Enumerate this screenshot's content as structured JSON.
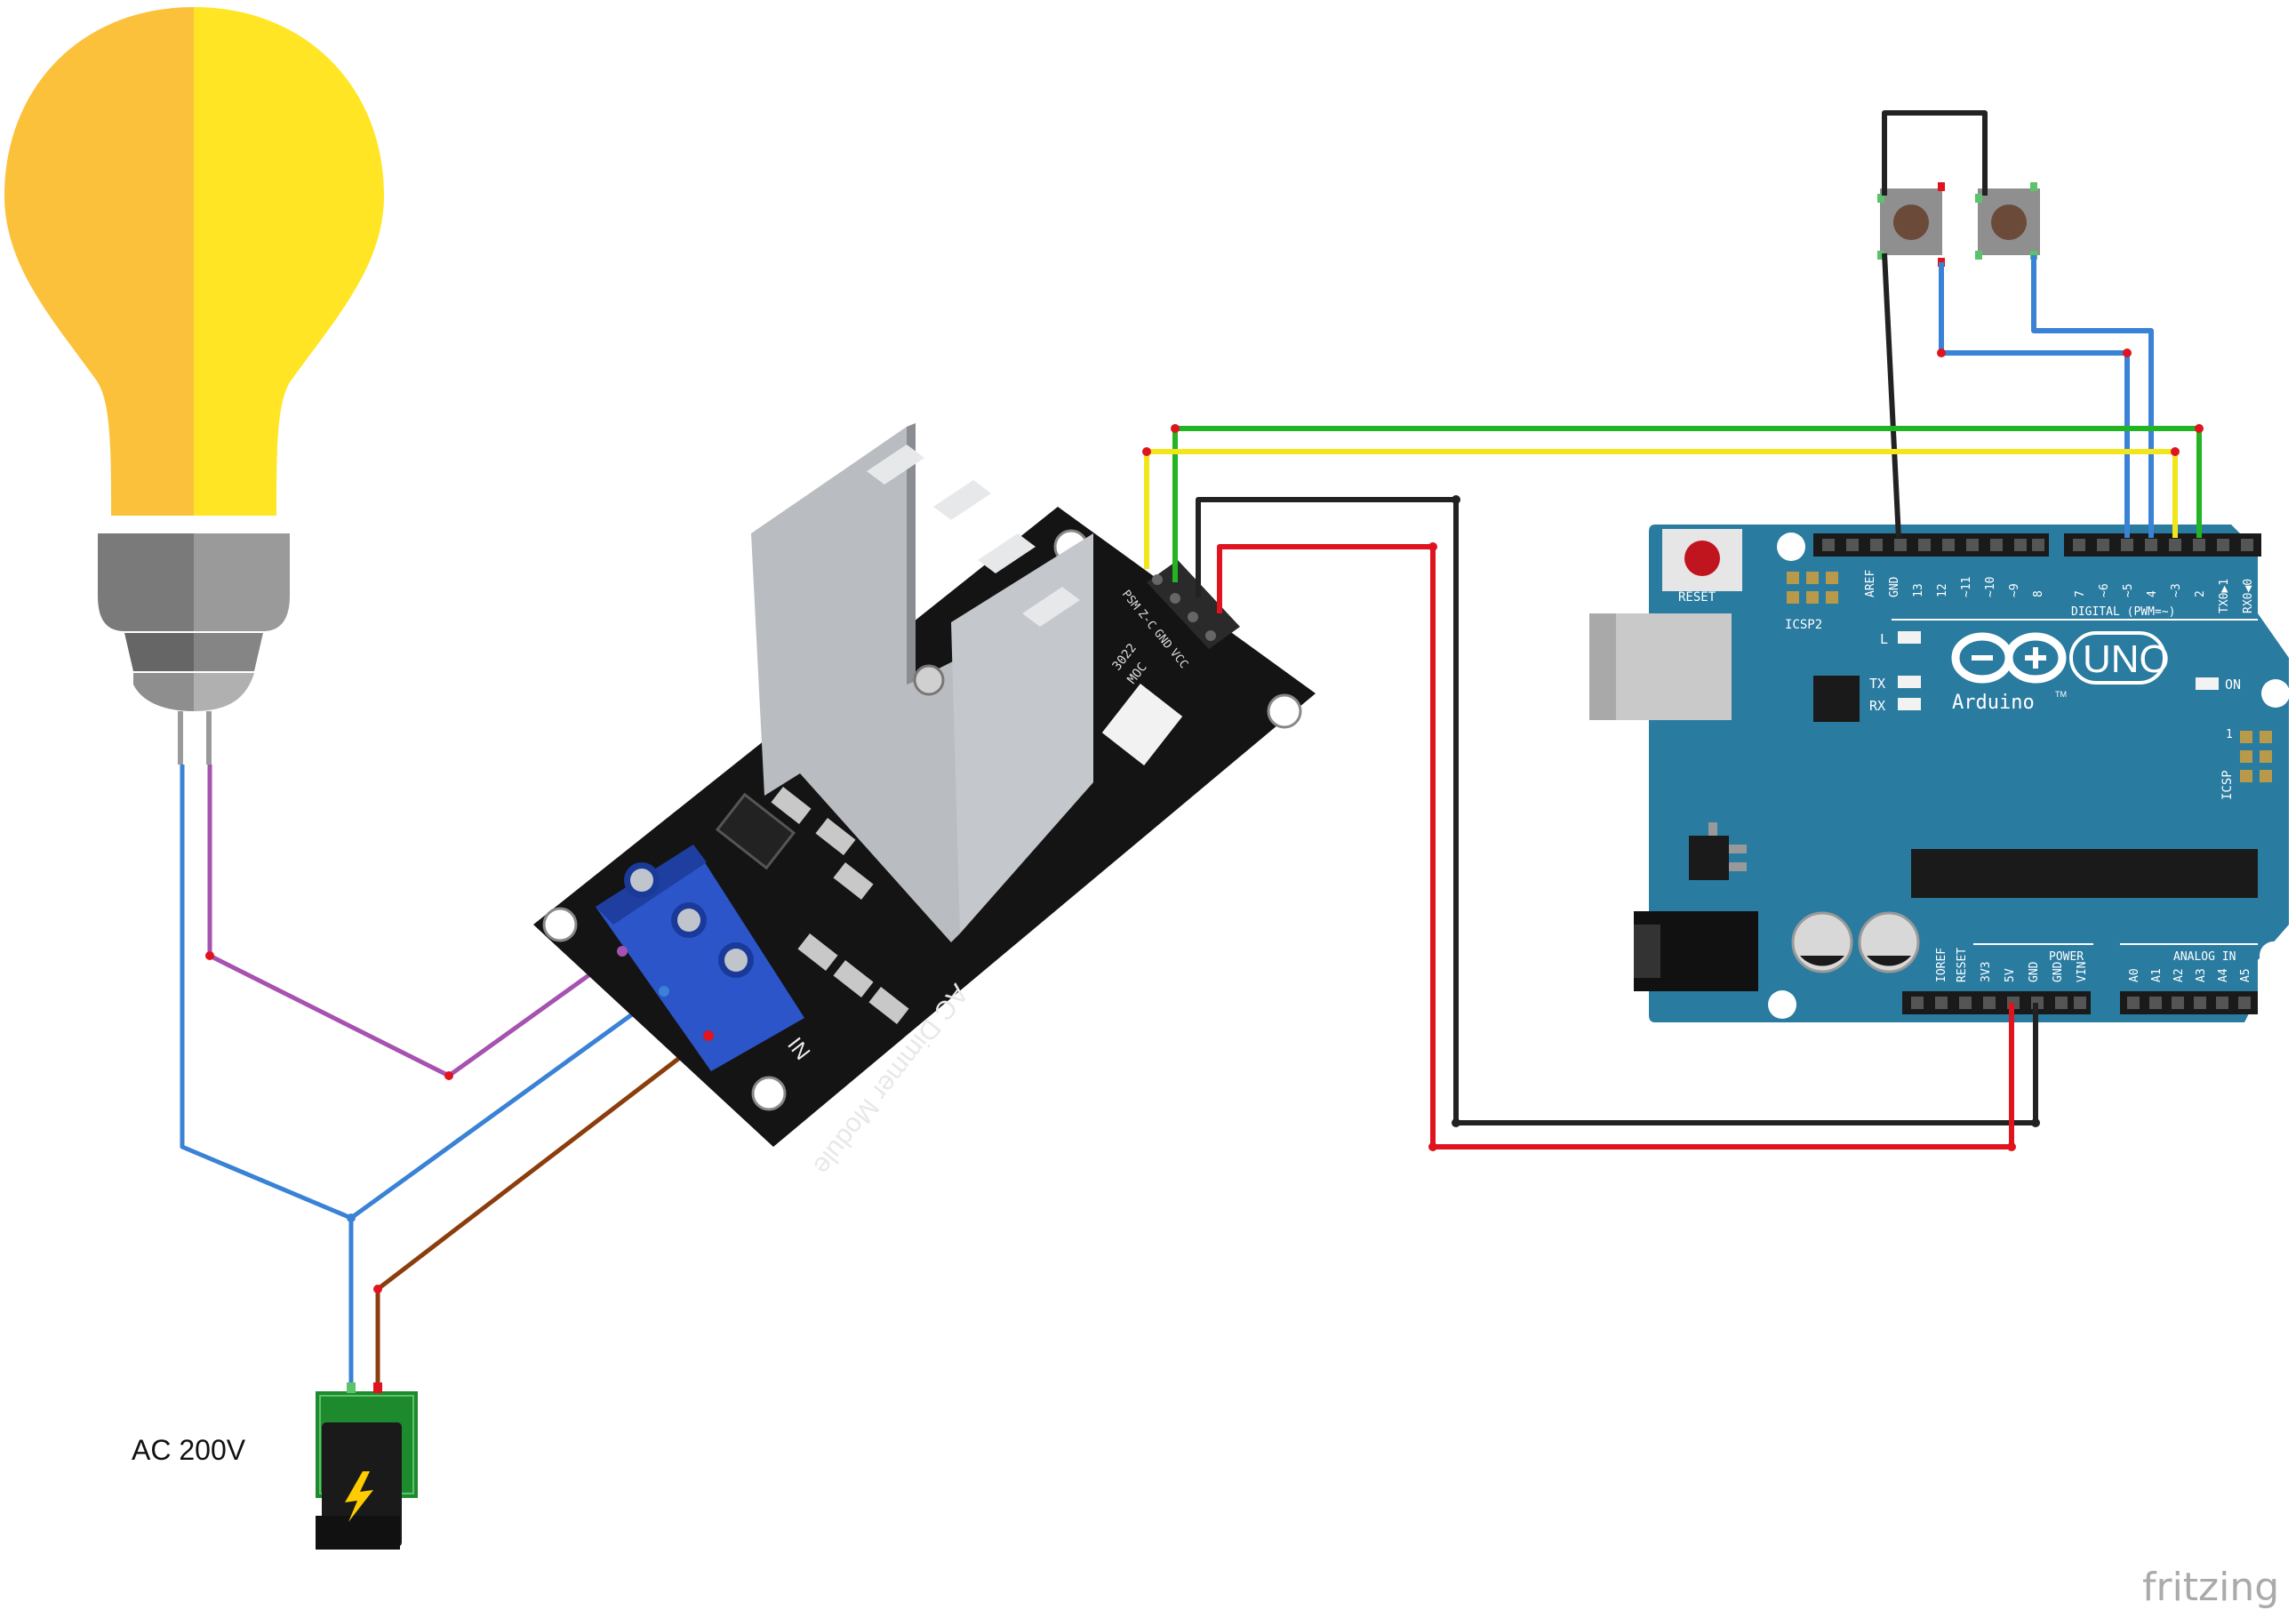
{
  "source_label": "AC 200V",
  "watermark": "fritzing",
  "dimmer": {
    "title": "AC Dimmer Module",
    "terminal_label": "IN",
    "pin_labels": [
      "PSM",
      "Z-C",
      "GND",
      "VCC"
    ],
    "chip_label": "3022",
    "chip_sub": "MOC"
  },
  "arduino": {
    "brand": "Arduino",
    "model": "UNO",
    "tm": "TM",
    "reset_label": "RESET",
    "icsp2_label": "ICSP2",
    "icsp_label": "ICSP",
    "icsp_pin1": "1",
    "led_labels": [
      "L",
      "TX",
      "RX",
      "ON"
    ],
    "digital_label": "DIGITAL (PWM=~)",
    "power_label": "POWER",
    "analog_label": "ANALOG IN",
    "digital_pins_left": [
      "AREF",
      "GND",
      "13",
      "12",
      "~11",
      "~10",
      "~9",
      "8"
    ],
    "digital_pins_right": [
      "7",
      "~6",
      "~5",
      "4",
      "~3",
      "2",
      "TX0▶1",
      "RX0◀0"
    ],
    "power_pins": [
      "IOREF",
      "RESET",
      "3V3",
      "5V",
      "GND",
      "GND",
      "VIN"
    ],
    "analog_pins": [
      "A0",
      "A1",
      "A2",
      "A3",
      "A4",
      "A5"
    ]
  },
  "colors": {
    "wire_black": "#222222",
    "wire_red": "#e0141e",
    "wire_green": "#22b422",
    "wire_yellow": "#f2e61b",
    "wire_blue": "#3a82d6",
    "wire_purple": "#a652b0",
    "wire_brown": "#8c3d0c",
    "arduino_body": "#2a7ba0",
    "dimmer_body": "#141414",
    "terminal_blue": "#2b55c8",
    "bulb_left": "#fbc13a",
    "bulb_right": "#ffe523"
  }
}
